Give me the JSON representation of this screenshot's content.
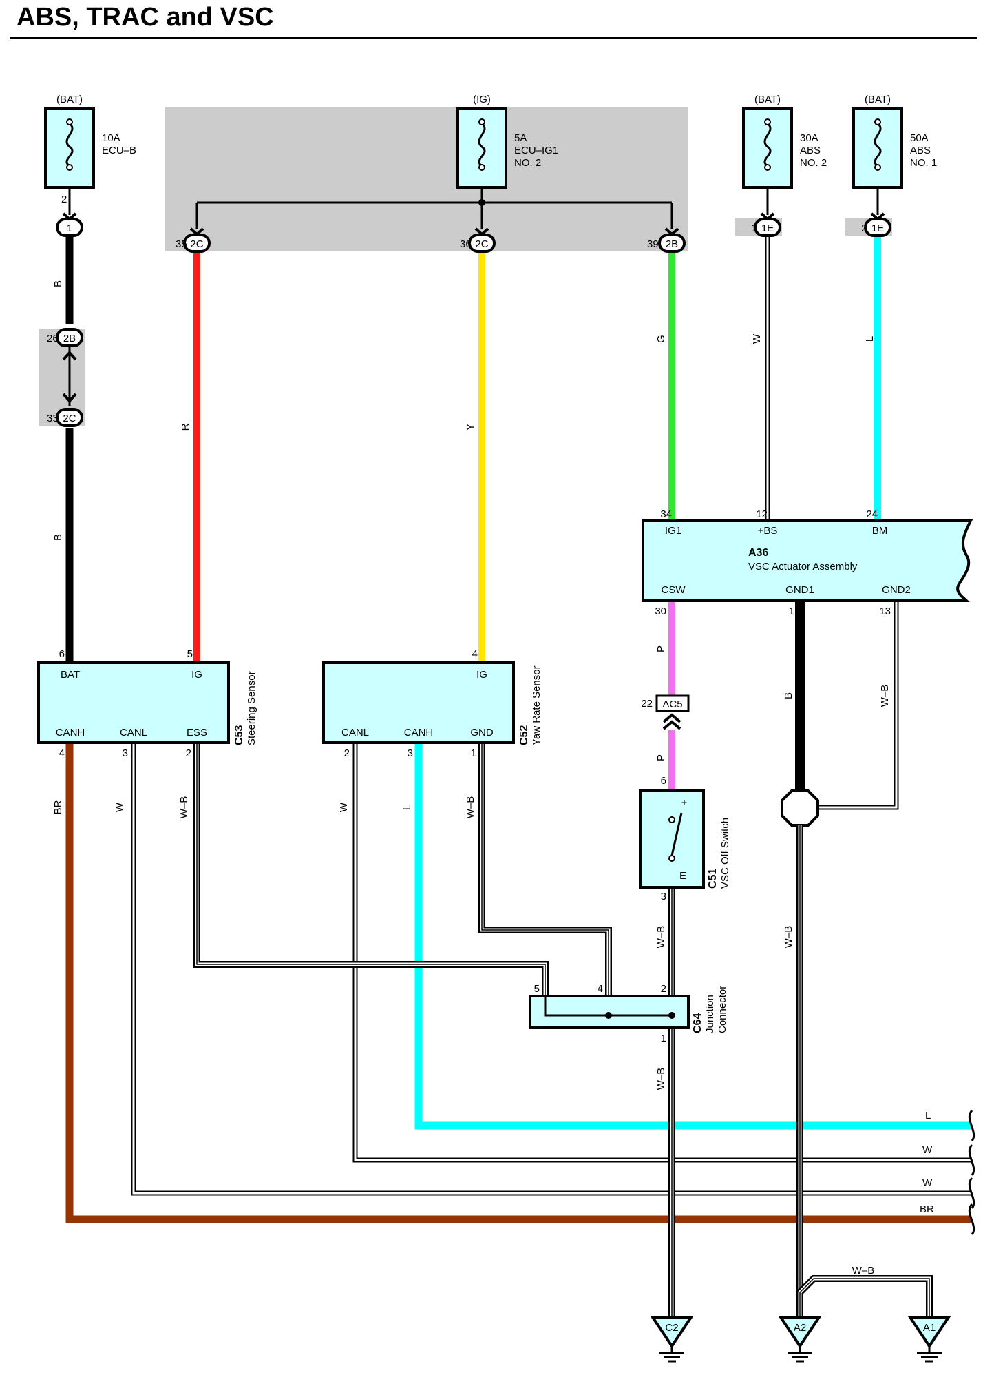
{
  "title": "ABS, TRAC and VSC",
  "colors": {
    "B": "#000000",
    "R": "#ff1a1a",
    "Y": "#ffe600",
    "G": "#33e633",
    "L": "#00ffff",
    "P": "#f070f0",
    "BR": "#993300",
    "W": "#ffffff",
    "box_fill": "#ccffff",
    "shade": "#cccccc"
  },
  "fuses": [
    {
      "source": "(BAT)",
      "rating": "10A",
      "name1": "ECU–B",
      "name2": ""
    },
    {
      "source": "(IG)",
      "rating": "5A",
      "name1": "ECU–IG1",
      "name2": "NO. 2"
    },
    {
      "source": "(BAT)",
      "rating": "30A",
      "name1": "ABS",
      "name2": "NO. 2"
    },
    {
      "source": "(BAT)",
      "rating": "50A",
      "name1": "ABS",
      "name2": "NO. 1"
    }
  ],
  "connector_codes": [
    "1",
    "2B",
    "2C",
    "2C",
    "2C",
    "2B",
    "1E",
    "1E",
    "AC5",
    "C2",
    "A2",
    "A1"
  ],
  "pin_numbers": [
    "2",
    "26",
    "33",
    "35",
    "36",
    "39",
    "1",
    "2",
    "34",
    "12",
    "24",
    "30",
    "1",
    "13",
    "6",
    "5",
    "4",
    "4",
    "3",
    "2",
    "2",
    "3",
    "1",
    "22",
    "6",
    "3",
    "5",
    "4",
    "2",
    "1"
  ],
  "wire_codes": [
    "B",
    "B",
    "R",
    "Y",
    "G",
    "W",
    "L",
    "P",
    "B",
    "W–B",
    "P",
    "BR",
    "W",
    "W–B",
    "W",
    "L",
    "W–B",
    "W–B",
    "W–B",
    "W–B",
    "L",
    "W",
    "W",
    "BR",
    "W–B"
  ],
  "components": {
    "steering": {
      "code": "C53",
      "name": "Steering Sensor",
      "pins": [
        "BAT",
        "IG",
        "CANH",
        "CANL",
        "ESS"
      ]
    },
    "yaw": {
      "code": "C52",
      "name": "Yaw Rate Sensor",
      "pins": [
        "IG",
        "CANL",
        "CANH",
        "GND"
      ]
    },
    "actuator": {
      "code": "A36",
      "name": "VSC Actuator Assembly",
      "pins": [
        "IG1",
        "+BS",
        "BM",
        "CSW",
        "GND1",
        "GND2"
      ]
    },
    "switch": {
      "code": "C51",
      "name": "VSC Off Switch",
      "pins": [
        "+",
        "E"
      ]
    },
    "junction": {
      "code": "C64",
      "name1": "Junction",
      "name2": "Connector"
    }
  }
}
